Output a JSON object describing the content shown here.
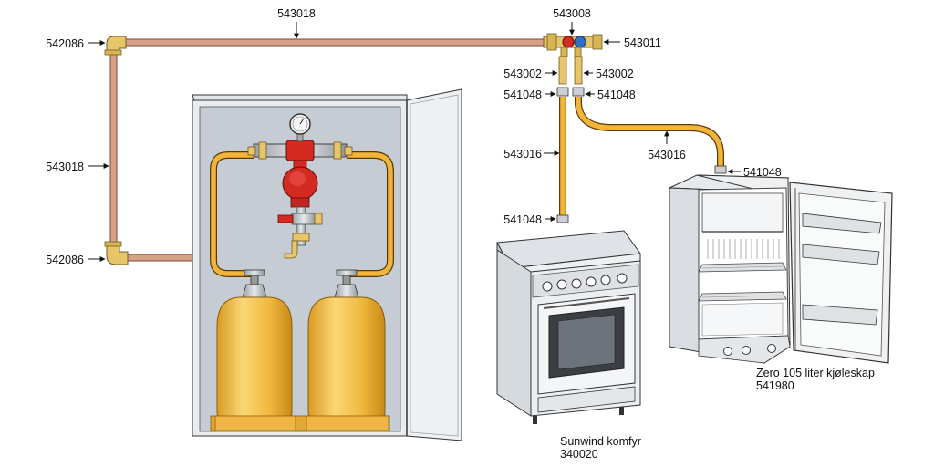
{
  "labels": {
    "pipe_top": "543018",
    "valve_block": "543008",
    "valve_plug": "543011",
    "nipple_left": "543002",
    "nipple_right": "543002",
    "nut_left_top": "541048",
    "nut_right_top": "541048",
    "hose_left": "543016",
    "hose_right": "543016",
    "nut_fridge": "541048",
    "nut_stove": "541048",
    "elbow_top": "542086",
    "pipe_vertical": "543018",
    "elbow_bottom": "542086"
  },
  "products": {
    "stove": {
      "name": "Sunwind komfyr",
      "code": "340020"
    },
    "fridge": {
      "name": "Zero 105 liter kjøleskap",
      "code": "541980"
    }
  },
  "colors": {
    "copper_pipe": "#d6a187",
    "gas_hose": "#f2b53a",
    "cylinder": "#f3c24d",
    "regulator": "#d42a22",
    "cabinet_inner": "#c5ccd3",
    "brass": "#e7c56a"
  }
}
